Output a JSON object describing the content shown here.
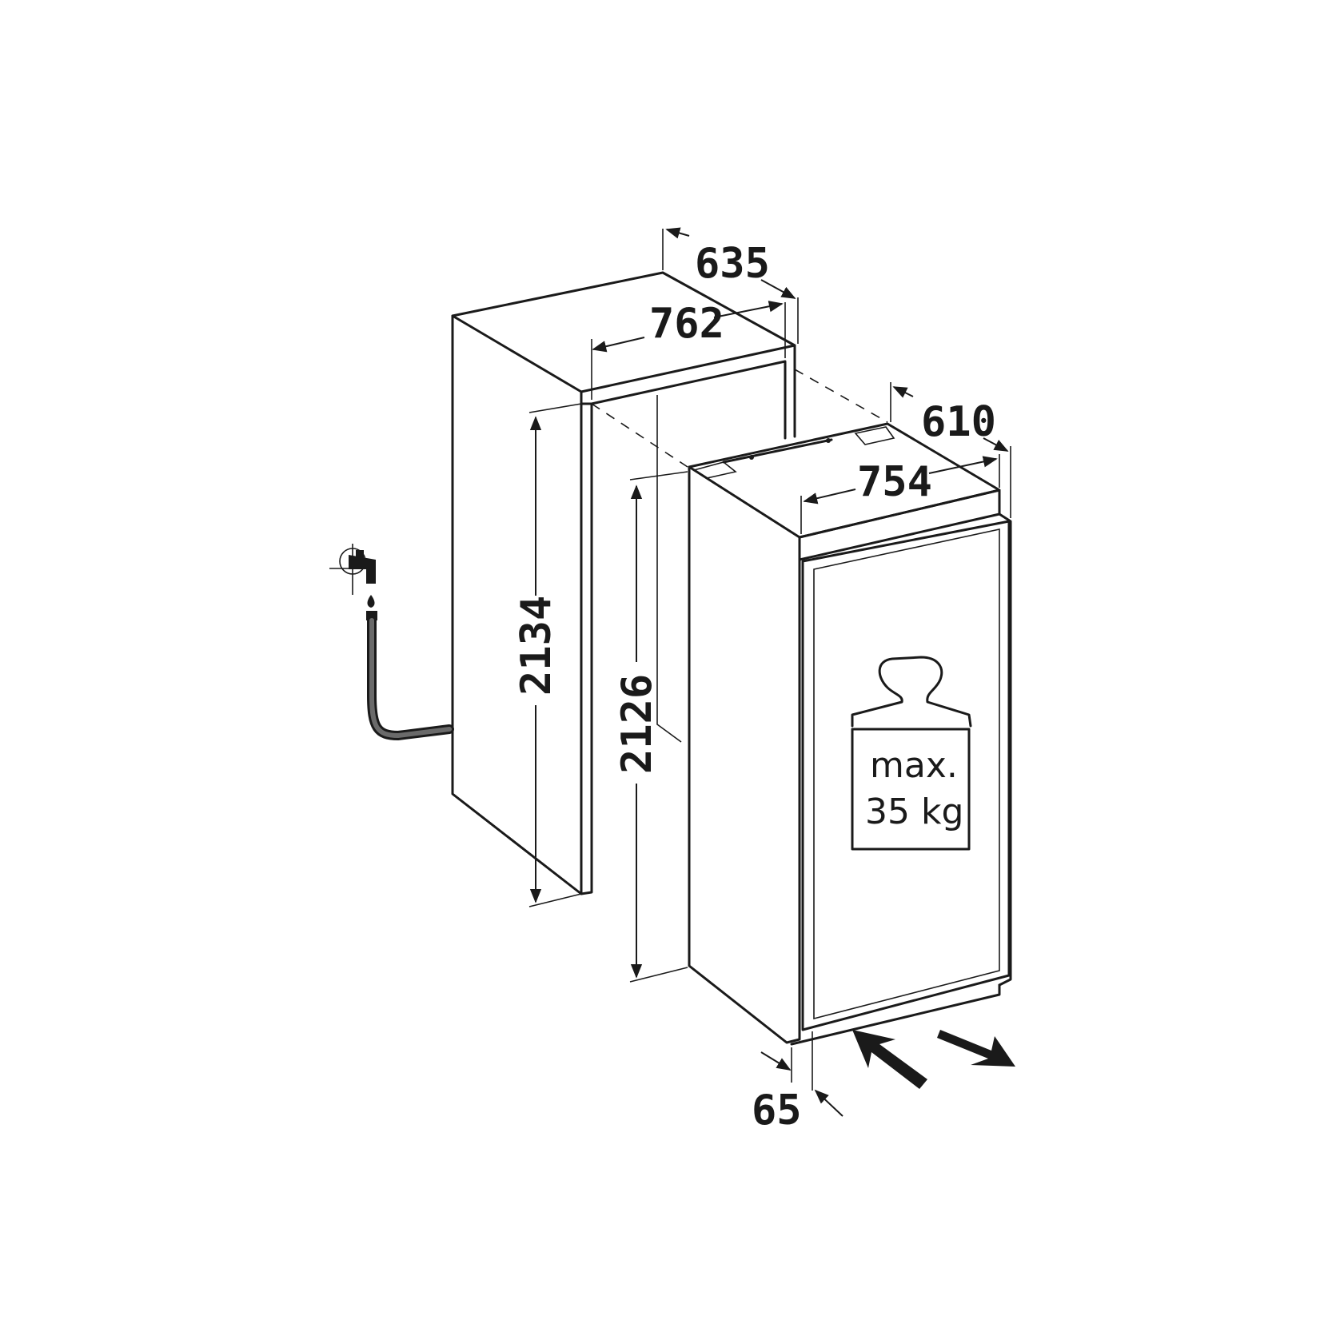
{
  "dimensions": {
    "niche_depth": "635",
    "niche_width": "762",
    "niche_height": "2134",
    "appliance_depth": "610",
    "appliance_width": "754",
    "appliance_height": "2126",
    "door_offset": "65"
  },
  "weight_label": {
    "line1": "max.",
    "line2": "35 kg"
  },
  "icons": [
    "water-tap-icon",
    "weight-icon",
    "push-in-arrow-icon",
    "pull-out-arrow-icon"
  ]
}
